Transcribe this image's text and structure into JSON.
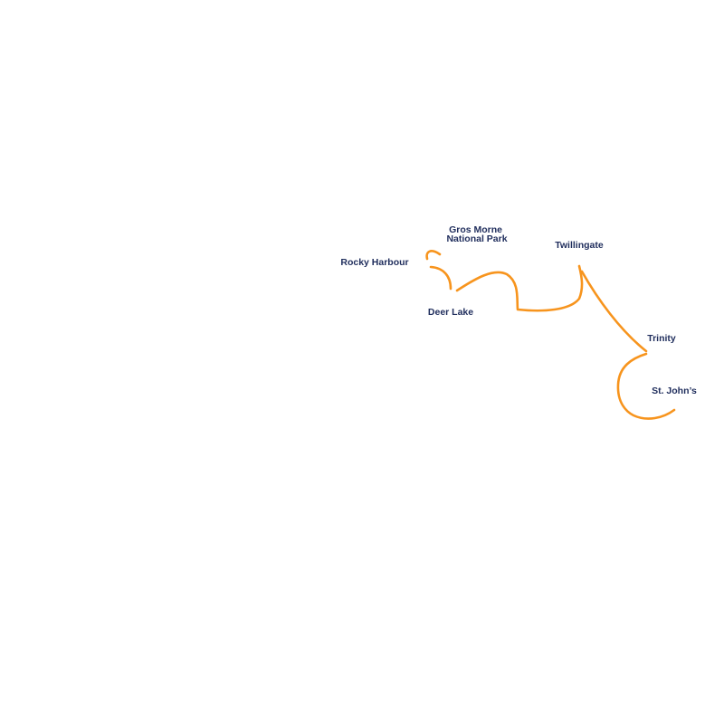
{
  "map": {
    "title": "Newfoundland Road Trip Route",
    "colors": {
      "route": "#f7941d",
      "label": "#1f2d5c",
      "background": "#ffffff"
    },
    "places": [
      {
        "id": "gros-morne",
        "lines": [
          "Gros Morne",
          "National Park"
        ]
      },
      {
        "id": "rocky-harbour",
        "lines": [
          "Rocky Harbour"
        ]
      },
      {
        "id": "deer-lake",
        "lines": [
          "Deer Lake"
        ]
      },
      {
        "id": "twillingate",
        "lines": [
          "Twillingate"
        ]
      },
      {
        "id": "trinity",
        "lines": [
          "Trinity"
        ]
      },
      {
        "id": "st-johns",
        "lines": [
          "St. John’s"
        ]
      }
    ],
    "route_legs": [
      {
        "from": "Rocky Harbour",
        "to": "Gros Morne National Park"
      },
      {
        "from": "Gros Morne National Park",
        "to": "Deer Lake"
      },
      {
        "from": "Deer Lake",
        "to": "Twillingate"
      },
      {
        "from": "Twillingate",
        "to": "Trinity"
      },
      {
        "from": "Trinity",
        "to": "St. John’s"
      }
    ]
  }
}
